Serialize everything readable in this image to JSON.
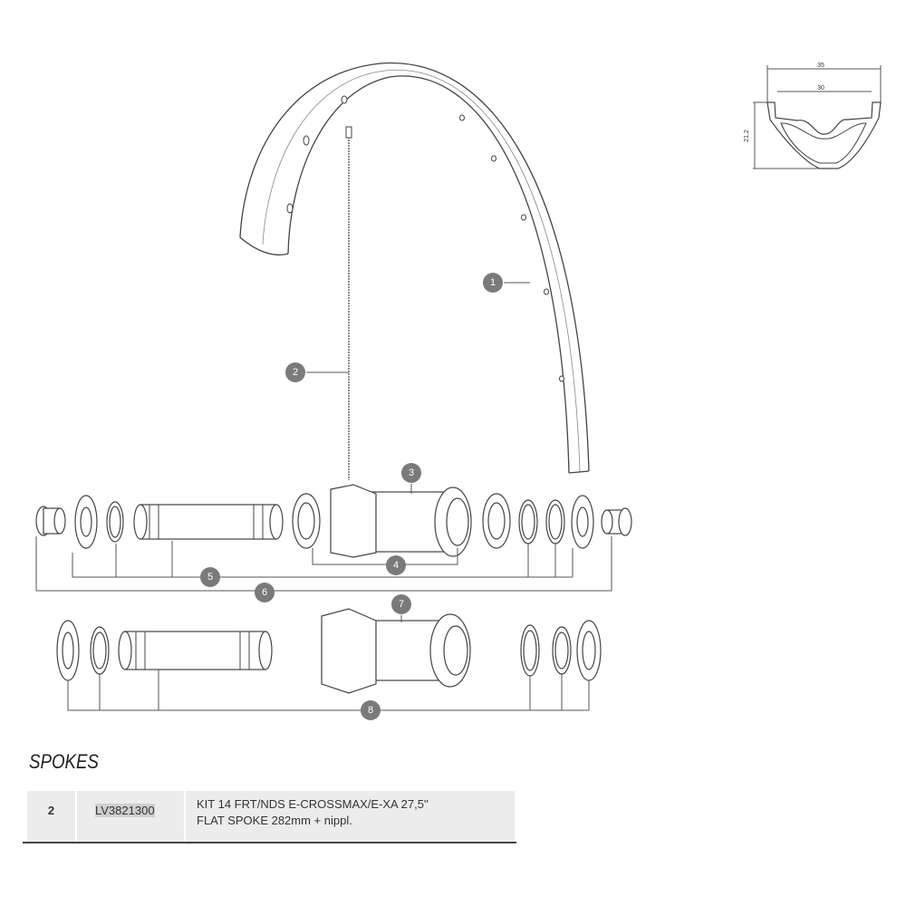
{
  "callouts": [
    "1",
    "2",
    "3",
    "4",
    "5",
    "6",
    "7",
    "8"
  ],
  "rim_profile": {
    "outer_width": "35",
    "inner_width": "30",
    "height": "21,2"
  },
  "section": {
    "title": "SPOKES"
  },
  "table": {
    "rows": [
      {
        "ref": "2",
        "part_number": "LV3821300",
        "description_line1": "KIT 14 FRT/NDS E-CROSSMAX/E-XA 27,5''",
        "description_line2": "FLAT SPOKE 282mm + nippl."
      }
    ]
  }
}
